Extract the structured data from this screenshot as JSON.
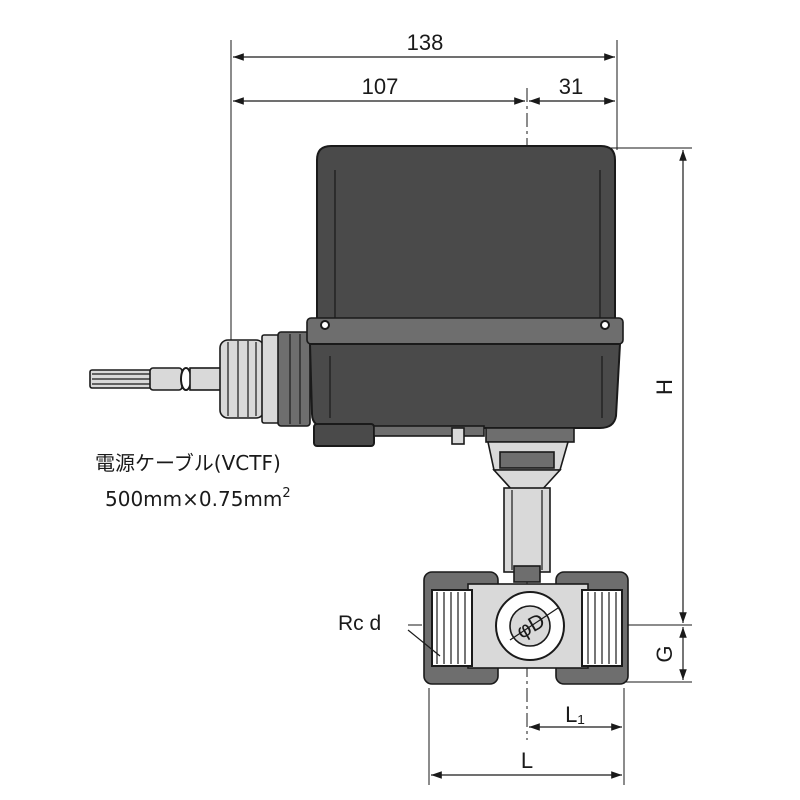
{
  "dimensions": {
    "overall_width": "138",
    "body_width": "107",
    "offset_width": "31",
    "height": "H",
    "center_height": "G",
    "half_length": "L₁",
    "length": "L"
  },
  "labels": {
    "thread": "Rc d",
    "bore": "φD",
    "cable_line1": "電源ケーブル(VCTF)",
    "cable_line2_main": "500mm×0.75mm",
    "cable_line2_sup": "2"
  }
}
